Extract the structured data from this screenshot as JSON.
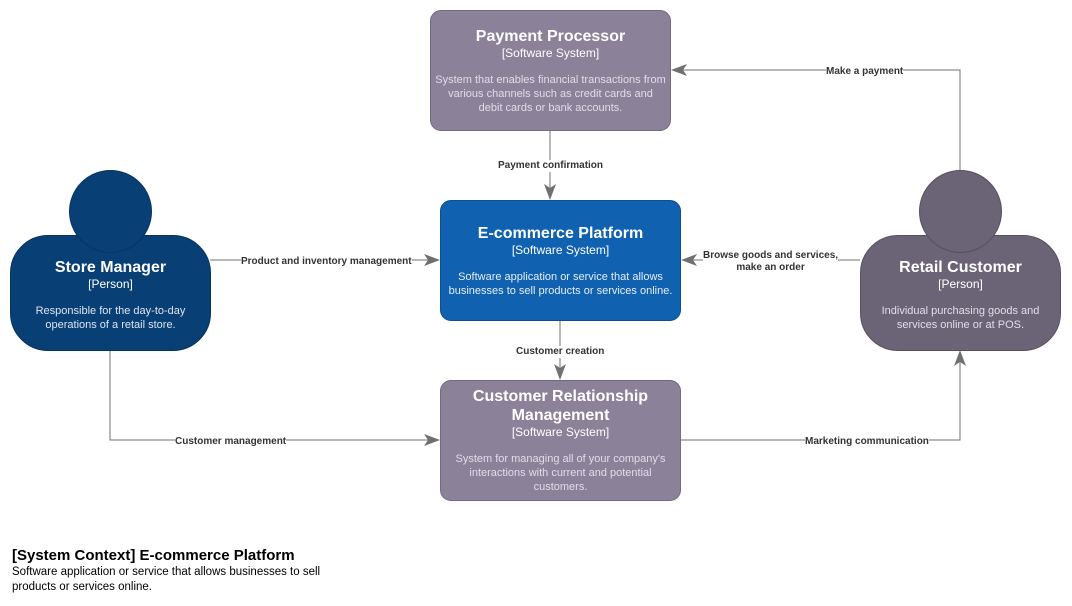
{
  "colors": {
    "external_system": "#8b8199",
    "external_system_border": "#726a80",
    "focus_system": "#1061b0",
    "focus_system_border": "#0d4f90",
    "store_manager": "#083f75",
    "store_manager_border": "#073461",
    "retail_customer": "#6b6477",
    "retail_customer_border": "#57505f",
    "edge": "#707070",
    "desc_text_on_gray": "#e1dde7"
  },
  "nodes": {
    "payment_processor": {
      "title": "Payment Processor",
      "type": "[Software System]",
      "description": "System that enables financial transactions from various channels such as credit cards and debit cards or bank accounts."
    },
    "ecommerce_platform": {
      "title": "E-commerce Platform",
      "type": "[Software System]",
      "description": "Software application or service that allows businesses to sell products or services online."
    },
    "crm": {
      "title": "Customer Relationship Management",
      "type": "[Software System]",
      "description": "System for managing all of your company's interactions with current and potential customers."
    },
    "store_manager": {
      "title": "Store Manager",
      "type": "[Person]",
      "description": "Responsible for the day-to-day operations of a retail store."
    },
    "retail_customer": {
      "title": "Retail Customer",
      "type": "[Person]",
      "description": "Individual purchasing goods and services online or at POS."
    }
  },
  "edges": {
    "make_payment": "Make a payment",
    "payment_confirmation": "Payment confirmation",
    "product_inventory": "Product and inventory management",
    "browse_order_line1": "Browse goods and services,",
    "browse_order_line2": "make an order",
    "customer_creation": "Customer creation",
    "customer_management": "Customer management",
    "marketing_communication": "Marketing communication"
  },
  "legend": {
    "title": "[System Context] E-commerce Platform",
    "description": "Software application or service that allows businesses to sell products or services online."
  }
}
